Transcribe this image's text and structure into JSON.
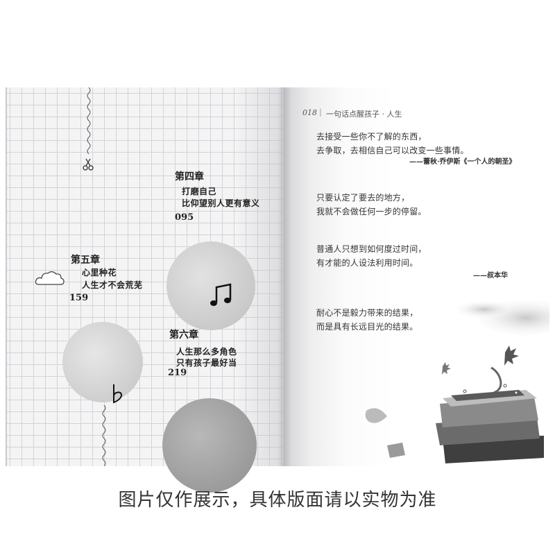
{
  "left_page": {
    "chapters": [
      {
        "title": "第四章",
        "line1": "打磨自己",
        "line2": "比仰望别人更有意义",
        "page": "095"
      },
      {
        "title": "第五章",
        "line1": "心里种花",
        "line2": "人生才不会荒芜",
        "page": "159"
      },
      {
        "title": "第六章",
        "line1": "人生那么多角色",
        "line2": "只有孩子最好当",
        "page": "219"
      }
    ]
  },
  "right_page": {
    "header": {
      "page_number": "018",
      "book_title": "一句话点醒孩子 · 人生"
    },
    "quotes": [
      {
        "lines": [
          "去接受一些你不了解的东西，",
          "去争取，去相信自己可以改变一些事情。"
        ],
        "attribution": "——蕾秋·乔伊斯《一个人的朝圣》"
      },
      {
        "lines": [
          "只要认定了要去的地方，",
          "我就不会做任何一步的停留。"
        ],
        "attribution": ""
      },
      {
        "lines": [
          "普通人只想到如何度过时间，",
          "有才能的人设法利用时间。"
        ],
        "attribution": "——叔本华"
      },
      {
        "lines": [
          "耐心不是毅力带来的结果，",
          "而是具有长远目光的结果。"
        ],
        "attribution": ""
      }
    ]
  },
  "caption": "图片仅作展示，具体版面请以实物为准",
  "icons": [
    "scissors-icon",
    "cloud-icon",
    "music-note-icon",
    "flat-symbol-icon",
    "books-illustration"
  ]
}
